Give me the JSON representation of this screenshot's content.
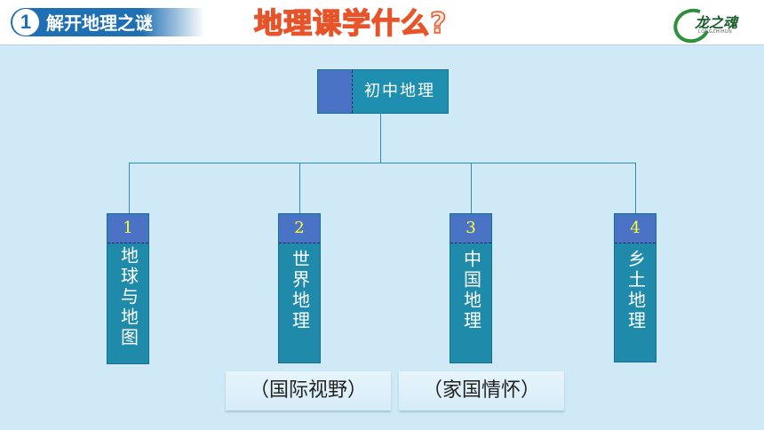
{
  "header": {
    "section_number": "1",
    "section_title": "解开地理之谜",
    "main_title": "地理课学什么?",
    "logo_text": "龙之魂",
    "logo_subtext": "LONGZHIHUN"
  },
  "diagram": {
    "root": "初中地理",
    "branches": [
      {
        "number": "1",
        "label": "地球与地图"
      },
      {
        "number": "2",
        "label": "世界地理"
      },
      {
        "number": "3",
        "label": "中国地理"
      },
      {
        "number": "4",
        "label": "乡土地理"
      }
    ],
    "notes": [
      "（国际视野）",
      "（家国情怀）"
    ]
  },
  "colors": {
    "background": "#cfe9f7",
    "box": "#1f8aaa",
    "accent": "#4a73c6",
    "number": "#ffff33",
    "title_stroke": "#e8542a"
  }
}
